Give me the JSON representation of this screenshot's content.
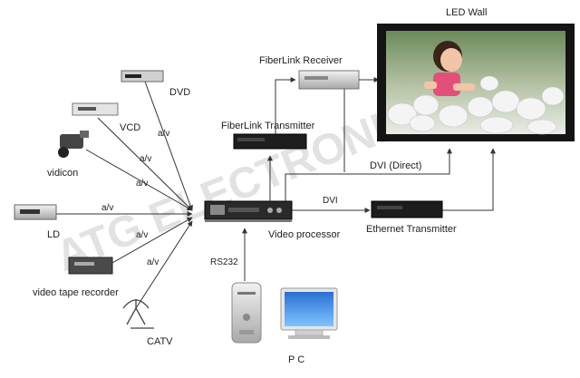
{
  "title": "LED Wall",
  "watermark": "ATG ELECTRONICS",
  "devices": {
    "dvd": "DVD",
    "vcd": "VCD",
    "vidicon": "vidicon",
    "ld": "LD",
    "vtr": "video tape recorder",
    "catv": "CATV",
    "fiber_receiver": "FiberLink Receiver",
    "fiber_transmitter": "FiberLink Transmitter",
    "video_processor": "Video processor",
    "ethernet_transmitter": "Ethernet Transmitter",
    "pc": "P C"
  },
  "connections": {
    "av": "a/v",
    "dvi": "DVI",
    "dvi_direct": "DVI (Direct)",
    "rs232": "RS232"
  },
  "colors": {
    "wire": "#333333",
    "device_dark": "#1c1c1c",
    "device_light": "#d6d6d6",
    "screen_frame": "#141414"
  }
}
